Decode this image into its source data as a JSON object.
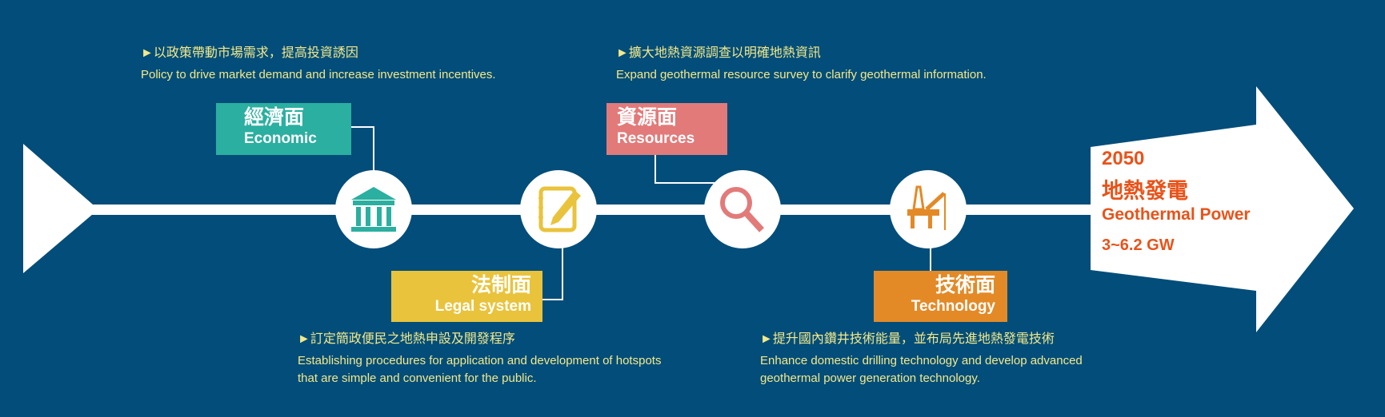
{
  "colors": {
    "background": "#024d79",
    "economic": "#2bafa0",
    "legal": "#e9c33b",
    "resources": "#e27a7a",
    "technology": "#e38a27",
    "goal_text": "#e8531a",
    "desc_text": "#f3e98a"
  },
  "aspects": {
    "economic": {
      "zh": "經濟面",
      "en": "Economic",
      "desc_zh": "►以政策帶動市場需求，提高投資誘因",
      "desc_en": "Policy to drive market demand and increase investment incentives.",
      "icon": "bank-icon"
    },
    "legal": {
      "zh": "法制面",
      "en": "Legal system",
      "desc_zh": "►訂定簡政便民之地熱申設及開發程序",
      "desc_en": "Establishing procedures for application and development of hotspots that are simple and convenient for the public.",
      "icon": "notepad-pencil-icon"
    },
    "resources": {
      "zh": "資源面",
      "en": "Resources",
      "desc_zh": "►擴大地熱資源調查以明確地熱資訊",
      "desc_en": "Expand geothermal resource survey to clarify geothermal information.",
      "icon": "magnifier-icon"
    },
    "technology": {
      "zh": "技術面",
      "en": "Technology",
      "desc_zh": "►提升國內鑽井技術能量，並布局先進地熱發電技術",
      "desc_en": "Enhance domestic drilling technology and develop advanced geothermal power generation technology.",
      "icon": "drilling-rig-icon"
    }
  },
  "goal": {
    "year": "2050",
    "zh": "地熱發電",
    "en": "Geothermal Power",
    "capacity": "3~6.2 GW"
  }
}
